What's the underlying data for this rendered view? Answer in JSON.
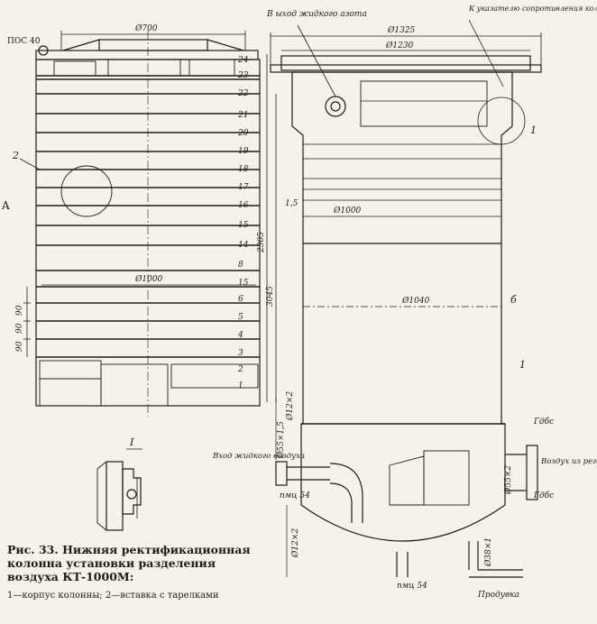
{
  "left_view": {
    "label_pos_c40": "ПОС 40",
    "dim_top": "Ø700",
    "dim_inner": "Ø1000",
    "callout_2": "2",
    "callout_A": "A",
    "tray_numbers_top": [
      "24",
      "23",
      "22",
      "21",
      "20",
      "19",
      "18",
      "17",
      "16",
      "15",
      "14",
      "8",
      "15",
      "6",
      "5",
      "4",
      "3",
      "2",
      "1"
    ],
    "dim_3045": "3045",
    "dim_2305": "2305",
    "spacing_90": [
      "90",
      "90",
      "90"
    ]
  },
  "detail": {
    "title": "I"
  },
  "right_view": {
    "label_nitrogen_out": "В ыход жидкого азота",
    "label_indicator": "К указателю сопротивления колонны",
    "dim_1325": "Ø1325",
    "dim_1230": "Ø1230",
    "dim_1000": "Ø1000",
    "dim_1040": "Ø1040",
    "dim_15": "1,5",
    "callout_1_top": "1",
    "callout_1_body": "1",
    "callout_6": "б",
    "dim_12x2_a": "Ø12×2",
    "dim_55x15": "Ø55×1,5",
    "label_inlet_liquid_air": "Вход жидкого воздуха",
    "label_pmts_54_left": "пмц 54",
    "label_pmts_54_bottom": "пмц 54",
    "dim_12x2_b": "Ø12×2",
    "dim_38x1": "Ø38×1",
    "label_purge": "Продувка",
    "dim_55x2": "Ø55×2",
    "label_air_from_regen": "Воздух из регенера тора",
    "label_gdbs_top": "Гдбс",
    "label_gdbs_bottom": "Гдбс"
  },
  "caption": {
    "figure": "Рис. 33. Нижняя ректификационная колонна установки разделения воздуха КТ-1000М:",
    "legend": "1—корпус колонны; 2—вставка с тарелками"
  }
}
